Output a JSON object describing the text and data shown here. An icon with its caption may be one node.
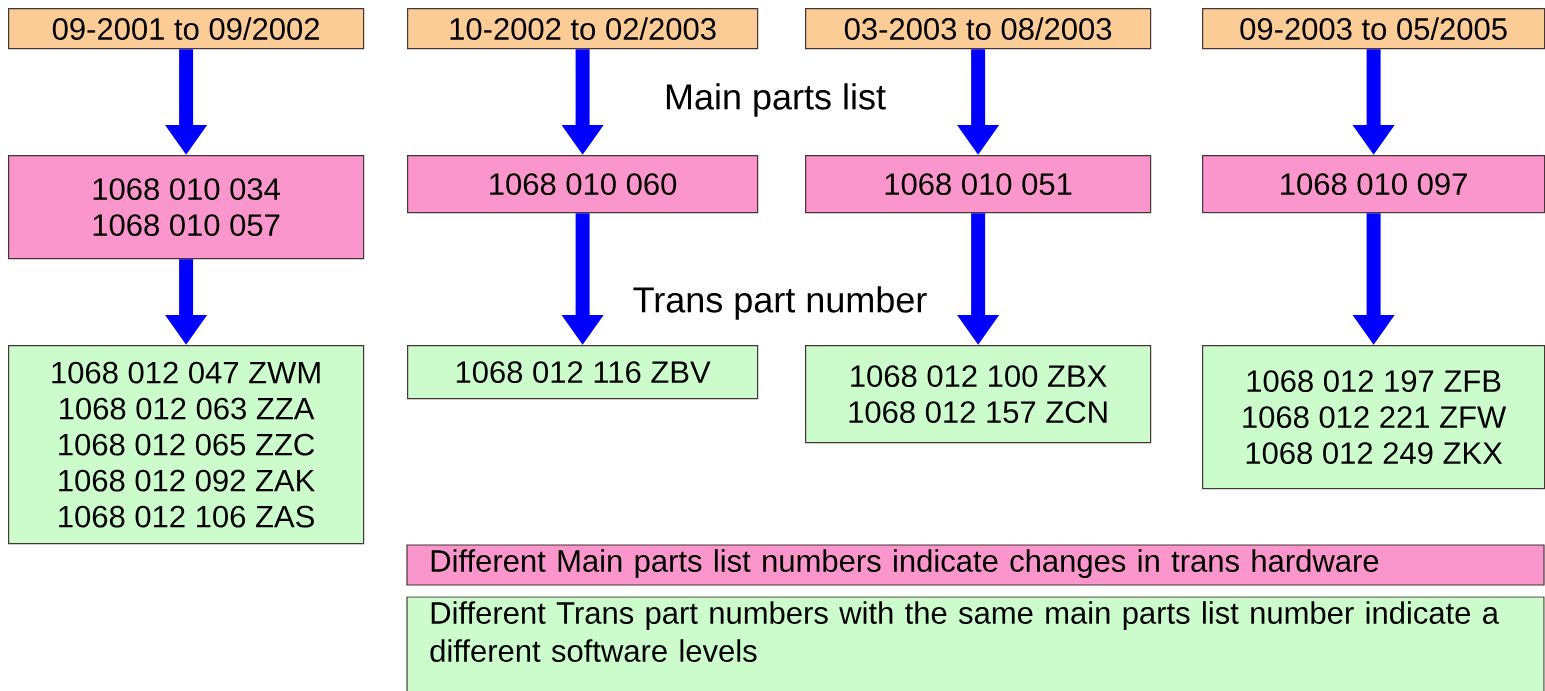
{
  "diagram": {
    "nodes": [
      {
        "text": [
          "09-2001 to 09/2002"
        ]
      },
      {
        "text": [
          "10-2002 to 02/2003"
        ]
      },
      {
        "text": [
          "03-2003 to 08/2003"
        ]
      },
      {
        "text": [
          "09-2003 to 05/2005"
        ]
      },
      {
        "text": [
          "1068 010 034",
          "1068 010 057"
        ]
      },
      {
        "text": [
          "1068 010 060"
        ]
      },
      {
        "text": [
          "1068 010 051"
        ]
      },
      {
        "text": [
          "1068 010 097"
        ]
      },
      {
        "text": [
          "1068 012 047 ZWM",
          "1068 012 063 ZZA",
          "1068 012 065 ZZC",
          "1068 012 092 ZAK",
          "1068 012 106 ZAS"
        ]
      },
      {
        "text": [
          "1068 012 116 ZBV"
        ]
      },
      {
        "text": [
          "1068 012 100 ZBX",
          "1068 012 157 ZCN"
        ]
      },
      {
        "text": [
          "1068 012 197 ZFB",
          "1068 012 221 ZFW",
          "1068 012 249 ZKX"
        ]
      },
      {
        "text": [
          "Different Main parts list numbers indicate changes in trans hardware"
        ]
      },
      {
        "text": [
          "Different Trans part numbers with the same main parts list number indicate a different software levels"
        ]
      }
    ],
    "edges": [
      {
        "from": 0,
        "to": 4,
        "arrow": "to"
      },
      {
        "from": 1,
        "to": 5,
        "arrow": "to"
      },
      {
        "from": 2,
        "to": 6,
        "arrow": "to"
      },
      {
        "from": 3,
        "to": 7,
        "arrow": "to"
      },
      {
        "from": 4,
        "to": 8,
        "arrow": "to"
      },
      {
        "from": 5,
        "to": 9,
        "arrow": "to"
      },
      {
        "from": 6,
        "to": 10,
        "arrow": "to"
      },
      {
        "from": 7,
        "to": 11,
        "arrow": "to"
      }
    ],
    "labels": [
      "Main parts list",
      "Trans part number"
    ]
  }
}
